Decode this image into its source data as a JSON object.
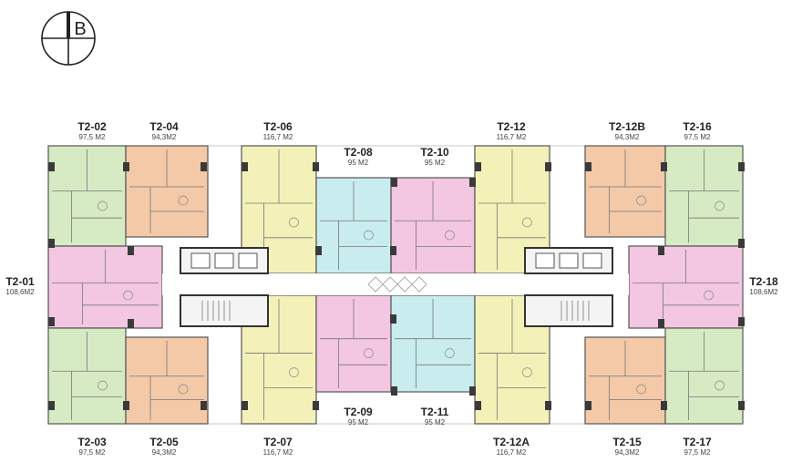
{
  "block": {
    "letter": "B",
    "compass_label": "compass-block-symbol"
  },
  "colors": {
    "green": "#d6ebc4",
    "orange": "#f3c9a8",
    "yellow": "#f4f1b8",
    "pink": "#f3c6e2",
    "blue": "#c9ecef",
    "wall": "#3a3a3a",
    "corridor": "#ffffff",
    "core": "#e8e8e8"
  },
  "units": [
    {
      "id": "T2-02",
      "code": "T2-02",
      "area": "97,5 M2",
      "color": "green"
    },
    {
      "id": "T2-04",
      "code": "T2-04",
      "area": "94,3M2",
      "color": "orange"
    },
    {
      "id": "T2-06",
      "code": "T2-06",
      "area": "116,7 M2",
      "color": "yellow"
    },
    {
      "id": "T2-08",
      "code": "T2-08",
      "area": "95 M2",
      "color": "blue"
    },
    {
      "id": "T2-10",
      "code": "T2-10",
      "area": "95 M2",
      "color": "pink"
    },
    {
      "id": "T2-12",
      "code": "T2-12",
      "area": "116,7 M2",
      "color": "yellow"
    },
    {
      "id": "T2-12B",
      "code": "T2-12B",
      "area": "94,3M2",
      "color": "orange"
    },
    {
      "id": "T2-16",
      "code": "T2-16",
      "area": "97,5 M2",
      "color": "green"
    },
    {
      "id": "T2-01",
      "code": "T2-01",
      "area": "108,6M2",
      "color": "pink"
    },
    {
      "id": "T2-18",
      "code": "T2-18",
      "area": "108,6M2",
      "color": "pink"
    },
    {
      "id": "T2-03",
      "code": "T2-03",
      "area": "97,5 M2",
      "color": "green"
    },
    {
      "id": "T2-05",
      "code": "T2-05",
      "area": "94,3M2",
      "color": "orange"
    },
    {
      "id": "T2-07",
      "code": "T2-07",
      "area": "116,7 M2",
      "color": "yellow"
    },
    {
      "id": "T2-09",
      "code": "T2-09",
      "area": "95 M2",
      "color": "pink"
    },
    {
      "id": "T2-11",
      "code": "T2-11",
      "area": "95 M2",
      "color": "blue"
    },
    {
      "id": "T2-12A",
      "code": "T2-12A",
      "area": "116,7 M2",
      "color": "yellow"
    },
    {
      "id": "T2-15",
      "code": "T2-15",
      "area": "94,3M2",
      "color": "orange"
    },
    {
      "id": "T2-17",
      "code": "T2-17",
      "area": "97,5 M2",
      "color": "green"
    }
  ]
}
